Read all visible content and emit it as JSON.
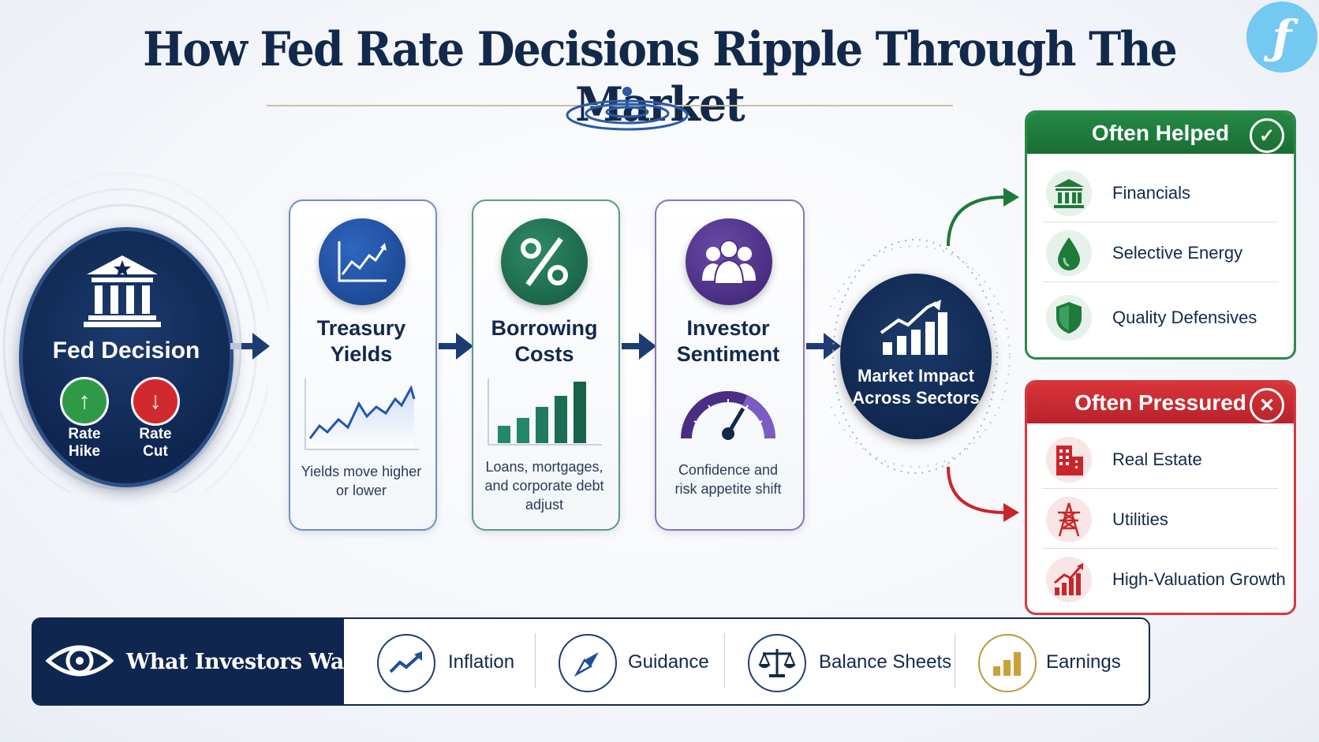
{
  "title": "How Fed Rate Decisions Ripple Through The Market",
  "fed_decision": {
    "title": "Fed Decision",
    "hike_label_1": "Rate",
    "hike_label_2": "Hike",
    "cut_label_1": "Rate",
    "cut_label_2": "Cut"
  },
  "steps": [
    {
      "title_1": "Treasury",
      "title_2": "Yields",
      "desc_1": "Yields move higher",
      "desc_2": "or lower",
      "desc_3": "",
      "icon": "line-chart-icon",
      "color": "#1f4f9c"
    },
    {
      "title_1": "Borrowing",
      "title_2": "Costs",
      "desc_1": "Loans, mortgages,",
      "desc_2": "and corporate debt",
      "desc_3": "adjust",
      "icon": "percent-icon",
      "color": "#1e6e50"
    },
    {
      "title_1": "Investor",
      "title_2": "Sentiment",
      "desc_1": "Confidence and",
      "desc_2": "risk appetite shift",
      "desc_3": "",
      "icon": "people-icon",
      "color": "#4a2e86"
    }
  ],
  "impact": {
    "line_1": "Market Impact",
    "line_2": "Across Sectors"
  },
  "helped": {
    "title": "Often Helped",
    "color": "#1e7a3a",
    "items": [
      {
        "label": "Financials",
        "icon": "bank-icon"
      },
      {
        "label": "Selective Energy",
        "icon": "drop-icon"
      },
      {
        "label": "Quality Defensives",
        "icon": "shield-icon"
      }
    ]
  },
  "pressured": {
    "title": "Often Pressured",
    "color": "#c8262b",
    "items": [
      {
        "label": "Real Estate",
        "icon": "building-icon"
      },
      {
        "label": "Utilities",
        "icon": "power-tower-icon"
      },
      {
        "label": "High-Valuation Growth",
        "icon": "growth-chart-icon"
      }
    ]
  },
  "watch": {
    "title": "What Investors Watch",
    "items": [
      {
        "label": "Inflation",
        "icon": "trend-up-icon"
      },
      {
        "label": "Guidance",
        "icon": "compass-icon"
      },
      {
        "label": "Balance Sheets",
        "icon": "scales-icon"
      },
      {
        "label": "Earnings",
        "icon": "bar-chart-icon"
      }
    ]
  },
  "colors": {
    "navy": "#13294b",
    "blue": "#1f4f9c",
    "green": "#1e6e50",
    "purple": "#4a2e86",
    "red": "#c8262b"
  }
}
